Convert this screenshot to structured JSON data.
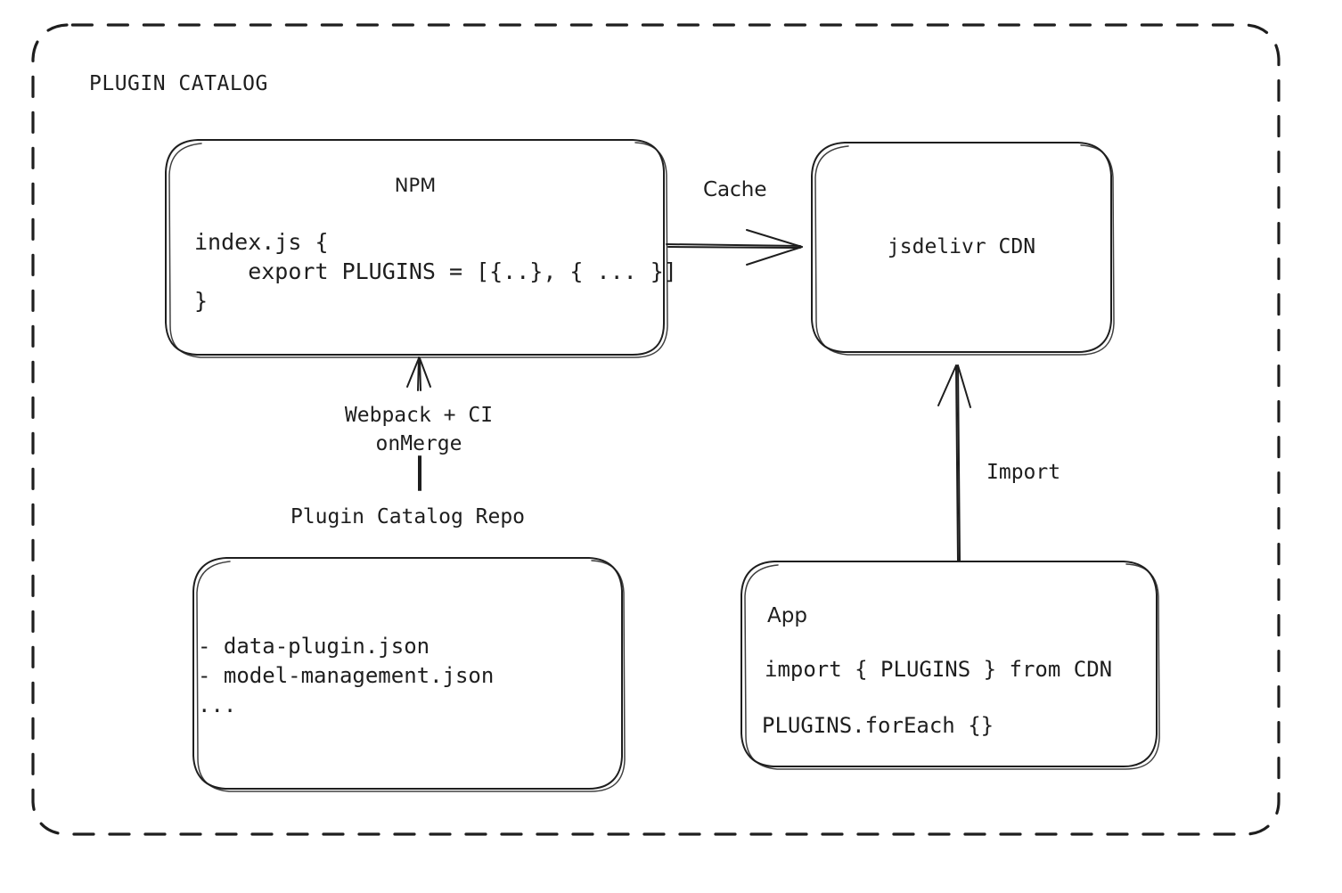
{
  "diagram": {
    "type": "architecture-flow",
    "frame": {
      "title": "PLUGIN CATALOG",
      "style": "dashed-rounded"
    },
    "nodes": {
      "npm": {
        "title": "NPM",
        "code": "index.js {\n    export PLUGINS = [{..}, { ... }]\n}"
      },
      "cdn": {
        "title": "jsdelivr CDN"
      },
      "repo": {
        "title": "Plugin Catalog Repo",
        "files": "- data-plugin.json\n- model-management.json\n..."
      },
      "app": {
        "title": "App",
        "code_line_1": "import { PLUGINS } from CDN",
        "code_line_2": "PLUGINS.forEach {}"
      }
    },
    "edges": {
      "npm_to_cdn": {
        "label": "Cache",
        "from": "npm",
        "to": "cdn",
        "direction": "right"
      },
      "repo_to_npm": {
        "label": "Webpack + CI\nonMerge",
        "from": "repo",
        "to": "npm",
        "direction": "up"
      },
      "app_to_cdn": {
        "label": "Import",
        "from": "app",
        "to": "cdn",
        "direction": "up"
      }
    },
    "colors": {
      "stroke": "#1e1e1e",
      "background": "#ffffff",
      "node_fill": "#ffffff"
    }
  }
}
